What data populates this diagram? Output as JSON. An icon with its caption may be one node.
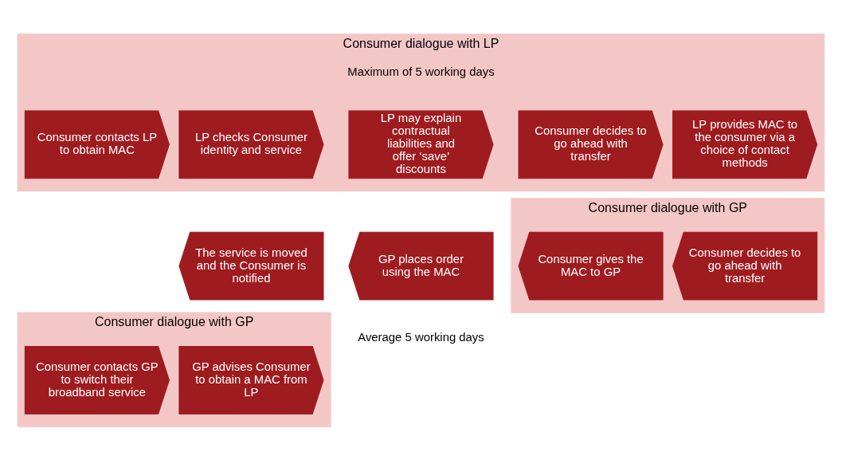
{
  "diagram": {
    "nodes": [
      {
        "text": [
          "Consumer dialogue with GP"
        ]
      },
      {
        "text": [
          "Consumer contacts GP to switch their broadband service"
        ],
        "in": 0
      },
      {
        "text": [
          "GP advises Consumer to obtain a MAC from LP"
        ],
        "in": 0
      },
      {
        "text": [
          "Consumer dialogue with LP"
        ]
      },
      {
        "text": [
          "Consumer contacts LP to obtain MAC"
        ],
        "in": 3
      },
      {
        "text": [
          "LP checks Consumer identity and service"
        ],
        "in": 3
      },
      {
        "text": [
          "LP may explain contractual liabilities and offer ‘save’ discounts"
        ],
        "in": 3
      },
      {
        "text": [
          "Consumer decides to go ahead with transfer"
        ],
        "in": 3
      },
      {
        "text": [
          "LP provides MAC to the consumer via a choice of contact methods"
        ],
        "in": 3
      },
      {
        "text": [
          "Consumer dialogue with GP"
        ]
      },
      {
        "text": [
          "Consumer decides to go ahead with transfer"
        ],
        "in": 9
      },
      {
        "text": [
          "Consumer gives the MAC to GP"
        ],
        "in": 9
      },
      {
        "text": [
          "GP places order using the MAC"
        ]
      },
      {
        "text": [
          "The service is moved and the Consumer is notified"
        ]
      }
    ],
    "labels": [
      "Maximum of 5 working days",
      "Average 5 working days"
    ]
  }
}
